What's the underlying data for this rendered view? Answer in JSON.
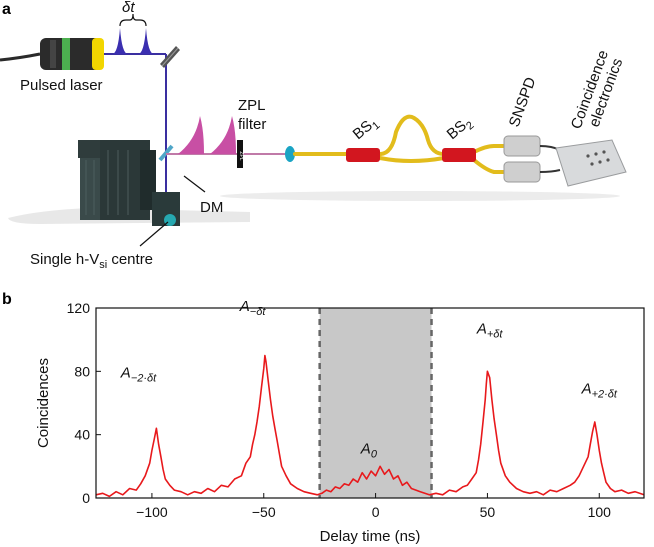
{
  "panel_a": {
    "label": "a",
    "delta_t": "δt",
    "pulsed_laser": "Pulsed laser",
    "zpl_filter_line1": "ZPL",
    "zpl_filter_line2": "filter",
    "filter_tag": "ZPL",
    "dm": "DM",
    "source_prefix": "Single h-V",
    "source_sub": "si",
    "source_suffix": " centre",
    "bs1": "BS",
    "bs1_sub": "1",
    "bs2": "BS",
    "bs2_sub": "2",
    "snspd": "SNSPD",
    "coincidence_line1": "Coincidence",
    "coincidence_line2": "electronics"
  },
  "panel_b": {
    "label": "b",
    "peak_labels": [
      {
        "base": "A",
        "sub": "−2·δt"
      },
      {
        "base": "A",
        "sub": "−δt"
      },
      {
        "base": "A",
        "sub": "0"
      },
      {
        "base": "A",
        "sub": "+δt"
      },
      {
        "base": "A",
        "sub": "+2·δt"
      }
    ]
  },
  "chart_data": {
    "type": "line",
    "xlabel": "Delay time (ns)",
    "ylabel": "Coincidences",
    "xlim": [
      -125,
      120
    ],
    "ylim": [
      0,
      120
    ],
    "xticks": [
      -100,
      -50,
      0,
      50,
      100
    ],
    "yticks": [
      0,
      40,
      80,
      120
    ],
    "shaded_region": [
      -25,
      25
    ],
    "dashed_lines_x": [
      -25,
      25
    ],
    "line_color": "#e8191c",
    "shade_color": "#c8c8c8",
    "series": [
      {
        "x": [
          -125,
          -122,
          -119,
          -116,
          -113,
          -110,
          -107,
          -105,
          -103,
          -101,
          -100,
          -99,
          -98,
          -97,
          -96,
          -95,
          -94,
          -92,
          -90,
          -87,
          -84,
          -81,
          -78,
          -75,
          -72,
          -69,
          -66,
          -63,
          -60,
          -58,
          -56,
          -55,
          -54,
          -53,
          -52,
          -51,
          -50,
          -49.5,
          -49,
          -48,
          -47,
          -46,
          -45,
          -44,
          -43,
          -42,
          -40,
          -38,
          -35,
          -32,
          -29,
          -26,
          -24,
          -22,
          -20,
          -18,
          -16,
          -14,
          -12,
          -10,
          -8,
          -6,
          -4,
          -2,
          0,
          2,
          4,
          6,
          8,
          10,
          12,
          14,
          16,
          18,
          20,
          22,
          24,
          27,
          30,
          33,
          36,
          39,
          41,
          43,
          45,
          46,
          47,
          48,
          49,
          49.5,
          50,
          51,
          52,
          53,
          54,
          55,
          56,
          58,
          60,
          63,
          66,
          69,
          72,
          75,
          78,
          81,
          84,
          87,
          89,
          91,
          93,
          95,
          96,
          97,
          98,
          99,
          100,
          101,
          102,
          103,
          105,
          107,
          110,
          113,
          116,
          120
        ],
        "y": [
          2,
          3,
          1,
          4,
          2,
          6,
          5,
          9,
          14,
          22,
          30,
          37,
          44,
          34,
          26,
          18,
          12,
          8,
          5,
          4,
          2,
          4,
          3,
          6,
          4,
          8,
          7,
          12,
          14,
          22,
          26,
          34,
          40,
          48,
          58,
          70,
          82,
          90,
          86,
          74,
          62,
          52,
          44,
          36,
          28,
          20,
          14,
          9,
          6,
          4,
          3,
          2,
          3,
          5,
          4,
          7,
          6,
          9,
          8,
          12,
          10,
          16,
          12,
          17,
          14,
          20,
          15,
          18,
          12,
          14,
          8,
          10,
          6,
          5,
          4,
          3,
          2,
          3,
          2,
          5,
          4,
          7,
          8,
          12,
          16,
          24,
          34,
          48,
          62,
          72,
          80,
          76,
          62,
          50,
          40,
          30,
          22,
          14,
          10,
          6,
          4,
          3,
          4,
          2,
          5,
          4,
          6,
          8,
          10,
          14,
          20,
          26,
          34,
          42,
          48,
          40,
          30,
          22,
          16,
          10,
          6,
          4,
          5,
          3,
          4,
          2
        ]
      }
    ]
  }
}
